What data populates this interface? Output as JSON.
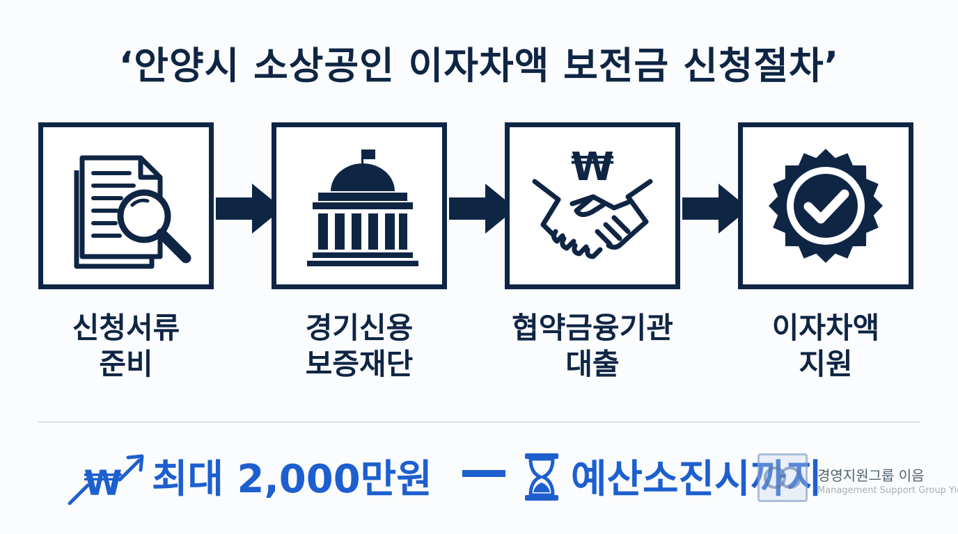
{
  "title": "‘안양시 소상공인 이자차액 보전금 신청절차’",
  "steps": [
    {
      "icon": "document-search-icon",
      "line1": "신청서류",
      "line2": "준비"
    },
    {
      "icon": "government-building-icon",
      "line1": "경기신용",
      "line2": "보증재단"
    },
    {
      "icon": "handshake-won-icon",
      "line1": "협약금융기관",
      "line2": "대출",
      "symbol": "₩"
    },
    {
      "icon": "badge-check-icon",
      "line1": "이자차액",
      "line2": "지원"
    }
  ],
  "bottom": {
    "amount_text": "최대 2,000만원",
    "until_text": "예산소진시까지",
    "won_symbol": "₩"
  },
  "watermark": {
    "name": "경영지원그룹 이음",
    "sub": "Management Support Group Yieum"
  },
  "colors": {
    "navy": "#0f2544",
    "blue": "#1d5fcf"
  }
}
